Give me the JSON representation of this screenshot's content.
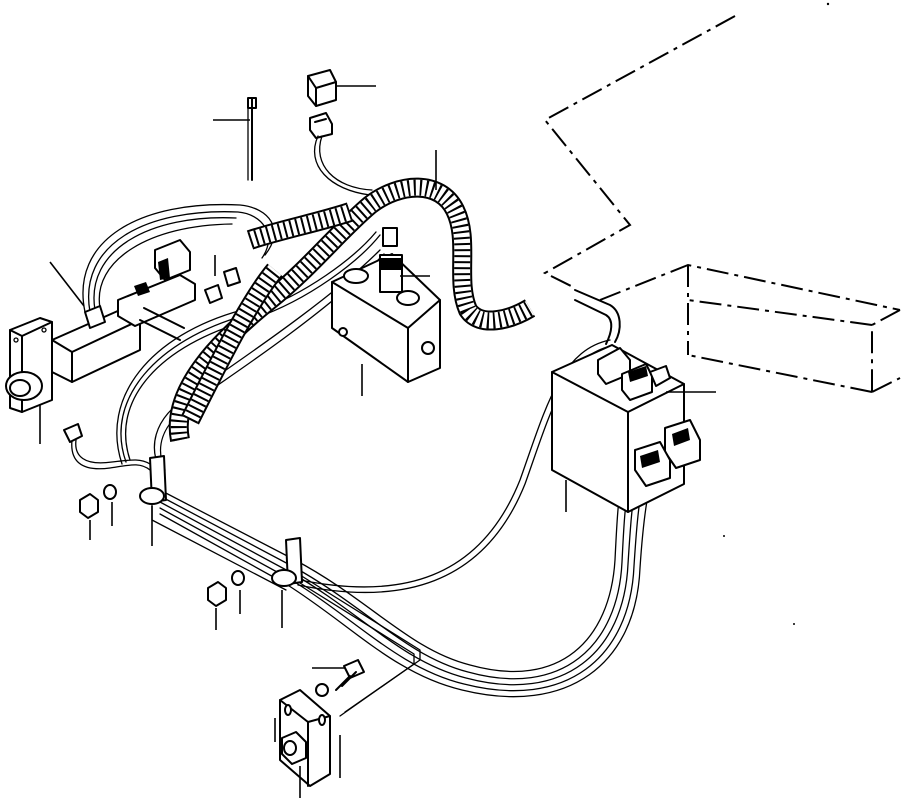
{
  "diagram": {
    "colors": {
      "ink": "#000000",
      "paper": "#ffffff"
    },
    "parts": [
      "connector-plug",
      "cable-tie",
      "coiled-hose-harness",
      "brake-valve-block",
      "solenoid-valve-block",
      "master-cylinder",
      "wire-harness",
      "harness-clamp-upper",
      "harness-clamp-lower",
      "nut-upper",
      "washer-upper",
      "nut-lower",
      "washer-lower",
      "mounting-bracket",
      "bolt",
      "washer-bracket",
      "switch",
      "frame-outline-dashed",
      "frame-box-dashed"
    ]
  }
}
